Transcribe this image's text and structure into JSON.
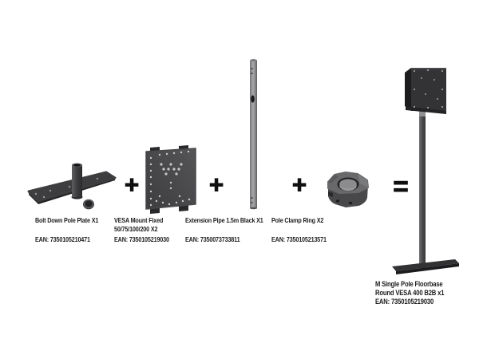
{
  "background": "#ffffff",
  "text_color": "#1c1c1c",
  "components": [
    {
      "icon": "bolt-down-pole-plate-illustration",
      "name": "Bolt Down Pole Plate X1",
      "ean": "EAN: 7350105210471"
    },
    {
      "icon": "vesa-mount-plate-illustration",
      "name": "VESA Mount Fixed\n50/75/100/200 X2",
      "ean": "EAN: 7350105219030"
    },
    {
      "icon": "extension-pipe-illustration",
      "name": "Extension Pipe 1.5m Black X1",
      "ean": "EAN: 7350073733811"
    },
    {
      "icon": "pole-clamp-ring-illustration",
      "name": "Pole Clamp Ring X2",
      "ean": "EAN: 7350105213571"
    }
  ],
  "operators": {
    "plus": "+",
    "equals": "="
  },
  "result": {
    "icon": "assembled-floor-stand-illustration",
    "name": "M Single Pole Floorbase\nRound VESA 400 B2B x1",
    "ean": "EAN: 7350105219030"
  },
  "colors": {
    "product_dark": "#3a3a3c",
    "product_mid": "#58585a",
    "pipe_gray": "#98989a",
    "operator": "#0f0f0f"
  }
}
